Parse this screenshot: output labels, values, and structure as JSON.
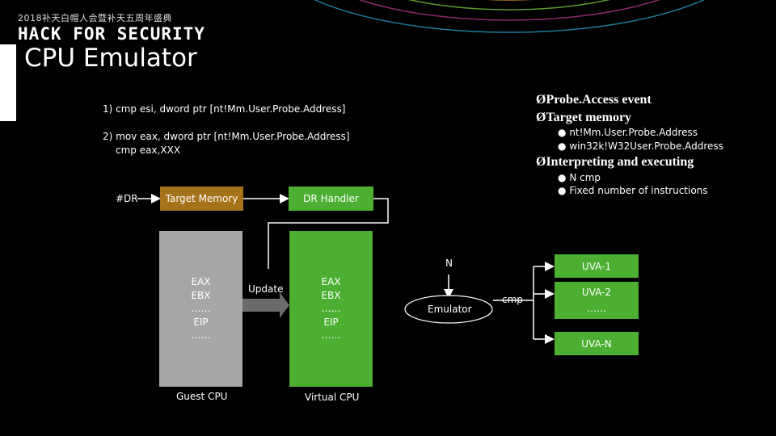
{
  "header": {
    "event_line": "2018补天白帽人会暨补天五周年盛典",
    "brand": "HACK FOR SECURITY",
    "title": "CPU Emulator"
  },
  "code": {
    "line1": "1) cmp esi, dword ptr [nt!Mm.User.Probe.Address]",
    "line2": "2) mov eax, dword ptr [nt!Mm.User.Probe.Address]",
    "line3": "cmp eax,XXX"
  },
  "bullets": {
    "b1": "Probe.Access event",
    "b2": "Target memory",
    "b2_sub1": "nt!Mm.User.Probe.Address",
    "b2_sub2": "win32k!W32User.Probe.Address",
    "b3": "Interpreting and executing",
    "b3_sub1": "N cmp",
    "b3_sub2": "Fixed number of instructions",
    "arrow_glyph": "Ø",
    "dot_glyph": "●"
  },
  "diagram": {
    "dr_label": "#DR",
    "target_memory": "Target Memory",
    "dr_handler": "DR Handler",
    "guest_regs": [
      "EAX",
      "EBX",
      "……",
      "EIP",
      "……"
    ],
    "guest_label": "Guest CPU",
    "update_label": "Update",
    "virtual_regs": [
      "EAX",
      "EBX",
      "……",
      "EIP",
      "……"
    ],
    "virtual_label": "Virtual CPU",
    "n_label": "N",
    "emulator_label": "Emulator",
    "cmp_label": "cmp",
    "uva1": "UVA-1",
    "uva2": "UVA-2",
    "uva_ellipsis": "……",
    "uvan": "UVA-N"
  },
  "colors": {
    "green": "#4caf32",
    "gold": "#a5731a",
    "gray": "#a6a6a6",
    "background": "#000000"
  }
}
